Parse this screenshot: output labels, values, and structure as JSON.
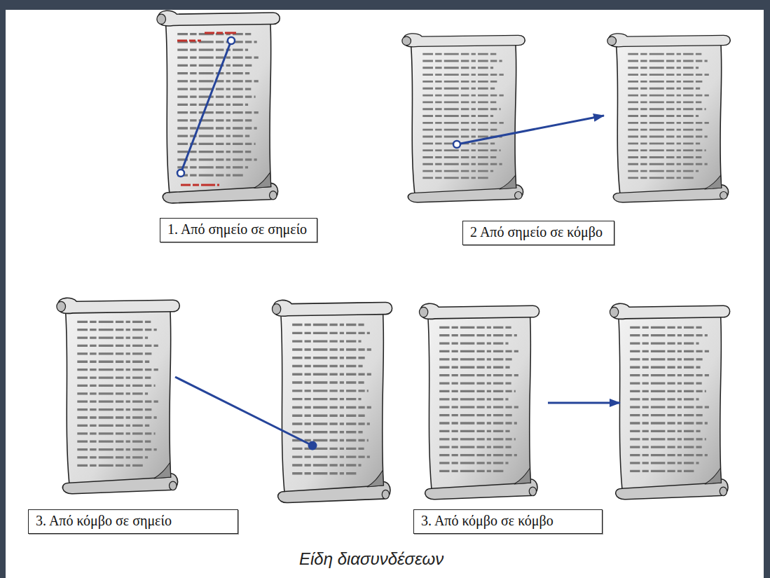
{
  "diagram": {
    "caption": "Είδη διασυνδέσεων",
    "nodes": [
      {
        "text": [
          "1. Από σημείο σε σημείο"
        ]
      },
      {
        "text": [
          "2 Από σημείο σε κόμβο"
        ]
      },
      {
        "text": [
          "3. Από κόμβο σε σημείο"
        ]
      },
      {
        "text": [
          "3. Από κόμβο σε κόμβο"
        ]
      }
    ]
  }
}
